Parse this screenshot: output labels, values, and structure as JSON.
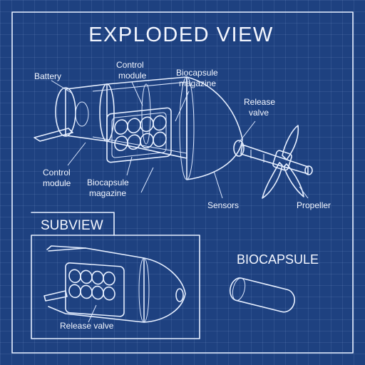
{
  "title": "EXPLODED VIEW",
  "labels": {
    "battery": "Battery",
    "control_module_top": [
      "Control",
      "module"
    ],
    "biocapsule_magazine_top": [
      "Biocapsule",
      "magazine"
    ],
    "release_valve_top": [
      "Release",
      "valve"
    ],
    "control_module_left": [
      "Control",
      "module"
    ],
    "biocapsule_magazine_bottom": [
      "Biocapsule",
      "magazine"
    ],
    "sensors": "Sensors",
    "propeller": "Propeller"
  },
  "subview": {
    "title": "SUBVIEW",
    "release_valve": "Release valve"
  },
  "biocapsule": {
    "title": "BIOCAPSULE"
  },
  "colors": {
    "background": "#1e4180",
    "ink": "#e6efff"
  }
}
